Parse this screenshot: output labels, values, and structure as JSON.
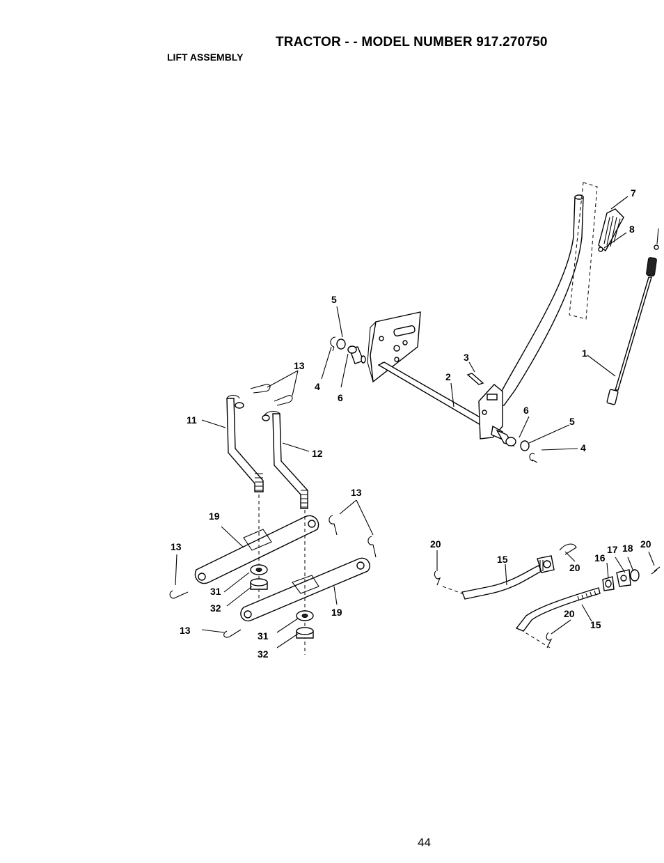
{
  "header": {
    "title": "TRACTOR - - MODEL NUMBER 917.270750",
    "subtitle": "LIFT ASSEMBLY"
  },
  "footer": {
    "page_number": "44"
  },
  "callouts": {
    "c1": "1",
    "c2": "2",
    "c3": "3",
    "c4a": "4",
    "c4b": "4",
    "c5a": "5",
    "c5b": "5",
    "c6a": "6",
    "c6b": "6",
    "c7": "7",
    "c8": "8",
    "c11": "11",
    "c12": "12",
    "c13a": "13",
    "c13b": "13",
    "c13c": "13",
    "c13d": "13",
    "c15a": "15",
    "c15b": "15",
    "c16": "16",
    "c17": "17",
    "c18": "18",
    "c19a": "19",
    "c19b": "19",
    "c20a": "20",
    "c20b": "20",
    "c20c": "20",
    "c20d": "20",
    "c31a": "31",
    "c31b": "31",
    "c32a": "32",
    "c32b": "32"
  }
}
